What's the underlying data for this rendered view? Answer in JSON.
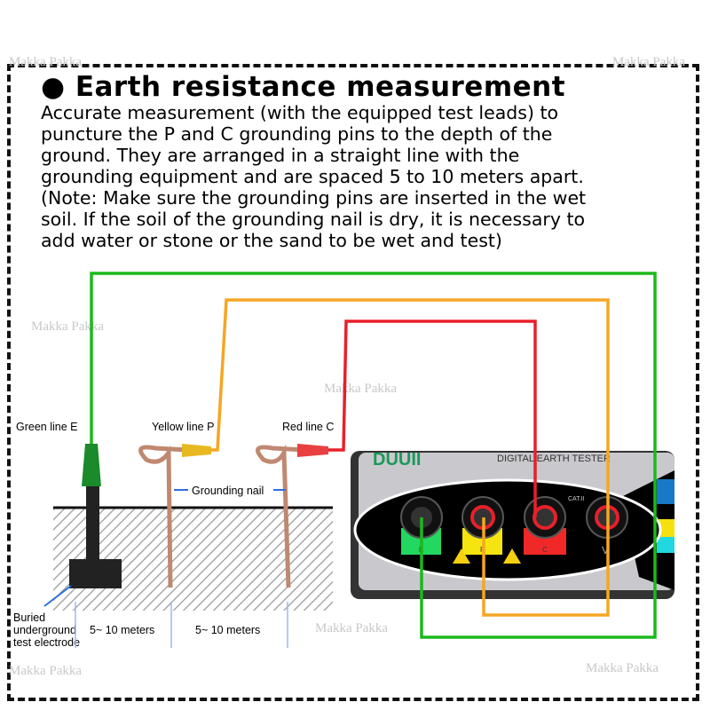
{
  "title": "● Earth resistance measurement",
  "body_lines": [
    "Accurate measurement (with the equipped test leads) to",
    "puncture the P and C grounding pins to the depth of the",
    "ground. They are arranged in a straight line with the",
    "grounding equipment and are spaced 5 to 10 meters apart.",
    "(Note: Make sure the grounding pins are inserted in the wet",
    "soil. If the soil of the grounding nail is dry, it is necessary to",
    "add water or stone or the sand to be wet and test)"
  ],
  "watermark": "Makka Pakka",
  "diagram": {
    "green_label": "Green line E",
    "yellow_label": "Yellow line P",
    "red_label": "Red line C",
    "nail_label": "Grounding nail",
    "electrode_label": [
      "Buried",
      "underground",
      "test electrode"
    ],
    "distance_1": "5~ 10 meters",
    "distance_2": "5~ 10 meters",
    "device_title": "DIGITAL EARTH TESTER",
    "device_brand": "DUUII",
    "cat_label": "CAT.II",
    "ports": [
      "E",
      "P",
      "C",
      "V"
    ],
    "colors": {
      "green": "#1cb81c",
      "yellow": "#f5a623",
      "red": "#e8202a"
    }
  }
}
